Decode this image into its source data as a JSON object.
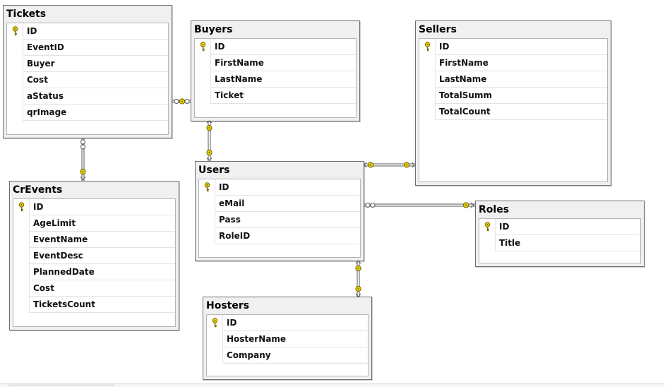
{
  "tables": [
    {
      "id": "tickets",
      "title": "Tickets",
      "columns": [
        {
          "name": "ID",
          "pk": true
        },
        {
          "name": "EventID"
        },
        {
          "name": "Buyer"
        },
        {
          "name": "Cost"
        },
        {
          "name": "aStatus"
        },
        {
          "name": "qrImage"
        }
      ]
    },
    {
      "id": "buyers",
      "title": "Buyers",
      "columns": [
        {
          "name": "ID",
          "pk": true
        },
        {
          "name": "FirstName"
        },
        {
          "name": "LastName"
        },
        {
          "name": "Ticket"
        }
      ]
    },
    {
      "id": "sellers",
      "title": "Sellers",
      "columns": [
        {
          "name": "ID",
          "pk": true
        },
        {
          "name": "FirstName"
        },
        {
          "name": "LastName"
        },
        {
          "name": "TotalSumm"
        },
        {
          "name": "TotalCount"
        }
      ]
    },
    {
      "id": "users",
      "title": "Users",
      "columns": [
        {
          "name": "ID",
          "pk": true
        },
        {
          "name": "eMail"
        },
        {
          "name": "Pass"
        },
        {
          "name": "RoleID"
        }
      ]
    },
    {
      "id": "crevents",
      "title": "CrEvents",
      "columns": [
        {
          "name": "ID",
          "pk": true
        },
        {
          "name": "AgeLimit"
        },
        {
          "name": "EventName"
        },
        {
          "name": "EventDesc"
        },
        {
          "name": "PlannedDate"
        },
        {
          "name": "Cost"
        },
        {
          "name": "TicketsCount"
        }
      ]
    },
    {
      "id": "roles",
      "title": "Roles",
      "columns": [
        {
          "name": "ID",
          "pk": true
        },
        {
          "name": "Title"
        }
      ]
    },
    {
      "id": "hosters",
      "title": "Hosters",
      "columns": [
        {
          "name": "ID",
          "pk": true
        },
        {
          "name": "HosterName"
        },
        {
          "name": "Company"
        }
      ]
    }
  ],
  "relationships": [
    {
      "from": "tickets",
      "to": "buyers"
    },
    {
      "from": "tickets",
      "to": "crevents"
    },
    {
      "from": "buyers",
      "to": "users"
    },
    {
      "from": "users",
      "to": "sellers"
    },
    {
      "from": "users",
      "to": "roles"
    },
    {
      "from": "users",
      "to": "hosters"
    }
  ],
  "colors": {
    "key_icon": "#e8d000",
    "connector": "#555555",
    "table_border": "#6d6d6d"
  }
}
